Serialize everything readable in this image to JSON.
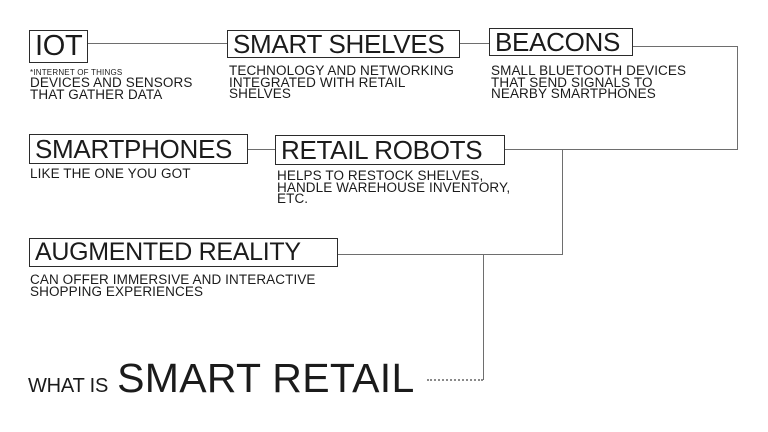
{
  "title": {
    "prefix": "WHAT IS",
    "main": "SMART RETAIL"
  },
  "nodes": [
    {
      "id": "iot",
      "label": "IOT",
      "note": "*INTERNET OF THINGS",
      "desc_lines": [
        "DEVICES AND SENSORS",
        "THAT GATHER DATA"
      ]
    },
    {
      "id": "smart-shelves",
      "label": "SMART SHELVES",
      "desc_lines": [
        "TECHNOLOGY AND NETWORKING",
        "INTEGRATED WITH RETAIL",
        "SHELVES"
      ]
    },
    {
      "id": "beacons",
      "label": "BEACONS",
      "desc_lines": [
        "SMALL BLUETOOTH DEVICES",
        "THAT SEND SIGNALS TO",
        "NEARBY SMARTPHONES"
      ]
    },
    {
      "id": "smartphones",
      "label": "SMARTPHONES",
      "desc_lines": [
        "LIKE THE ONE YOU GOT"
      ]
    },
    {
      "id": "retail-robots",
      "label": "RETAIL ROBOTS",
      "desc_lines": [
        "HELPS TO RESTOCK SHELVES,",
        "HANDLE WAREHOUSE INVENTORY,",
        "ETC."
      ]
    },
    {
      "id": "augmented-reality",
      "label": "AUGMENTED REALITY",
      "desc_lines": [
        "CAN OFFER IMMERSIVE AND INTERACTIVE",
        "SHOPPING EXPERIENCES"
      ]
    }
  ],
  "colors": {
    "background": "#ffffff",
    "text": "#1b1b1b",
    "box_border": "#2b2b2b",
    "connector_line": "#6e6e6e",
    "dotted_line": "#8a8a8a"
  }
}
